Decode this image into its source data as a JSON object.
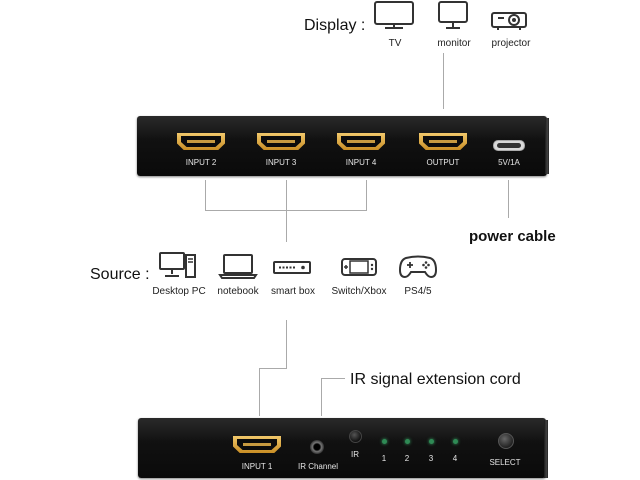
{
  "display": {
    "label": "Display :",
    "items": [
      {
        "label": "TV",
        "icon": "tv-icon"
      },
      {
        "label": "monitor",
        "icon": "monitor-icon"
      },
      {
        "label": "projector",
        "icon": "projector-icon"
      }
    ]
  },
  "top_device": {
    "ports": [
      {
        "label": "INPUT 2"
      },
      {
        "label": "INPUT 3"
      },
      {
        "label": "INPUT 4"
      },
      {
        "label": "OUTPUT"
      }
    ],
    "power_port_label": "5V/1A"
  },
  "power_cable_label": "power cable",
  "source": {
    "label": "Source :",
    "items": [
      {
        "label": "Desktop PC",
        "icon": "desktop-pc-icon"
      },
      {
        "label": "notebook",
        "icon": "notebook-icon"
      },
      {
        "label": "smart box",
        "icon": "smart-box-icon"
      },
      {
        "label": "Switch/Xbox",
        "icon": "switch-console-icon"
      },
      {
        "label": "PS4/5",
        "icon": "gamepad-icon"
      }
    ]
  },
  "ir_cord_label": "IR signal extension cord",
  "bottom_device": {
    "input_label": "INPUT 1",
    "ir_channel_label": "IR Channel",
    "ir_label": "IR",
    "leds": [
      "1",
      "2",
      "3",
      "4"
    ],
    "select_label": "SELECT"
  },
  "colors": {
    "hdmi_gold": "#d9a53c",
    "led_green": "#2f8a55",
    "device_black": "#111111"
  }
}
